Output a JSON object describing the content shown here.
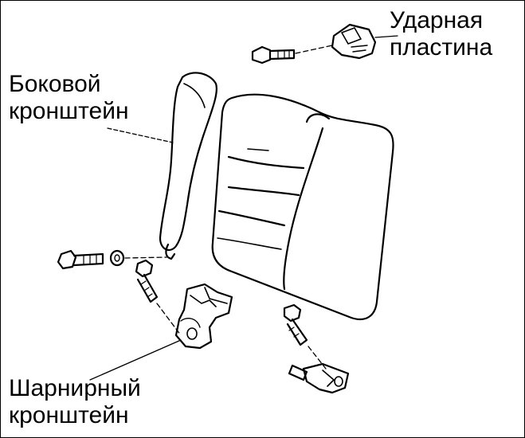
{
  "labels": {
    "strike_plate": {
      "line1": "Ударная",
      "line2": "пластина"
    },
    "side_bracket": {
      "line1": "Боковой",
      "line2": "кронштейн"
    },
    "hinge_bracket": {
      "line1": "Шарнирный",
      "line2": "кронштейн"
    }
  },
  "colors": {
    "ink": "#000000",
    "paper": "#ffffff"
  }
}
